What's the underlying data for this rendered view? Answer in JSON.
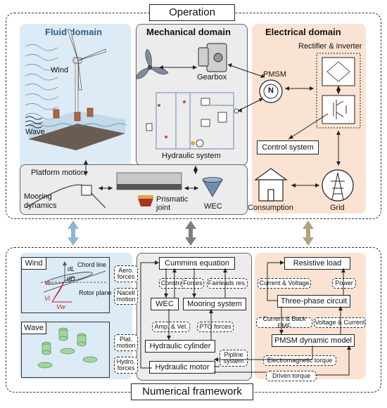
{
  "titles": {
    "top": "Operation",
    "bottom": "Numerical framework"
  },
  "top": {
    "fluid": {
      "header": "Fluid domain",
      "wind": "Wind",
      "wave": "Wave"
    },
    "mechanical": {
      "header": "Mechanical domain",
      "gearbox": "Gearbox",
      "hydraulic": "Hydraulic system"
    },
    "electrical": {
      "header": "Electrical domain",
      "rectifier": "Rectifier & inverter",
      "pmsm": "PMSM",
      "pmsm_n": "N",
      "control": "Control system",
      "consumption": "Consumption",
      "grid": "Grid"
    },
    "platform": {
      "motion": "Platform motion",
      "mooring": "Mooring\ndynamics",
      "prismatic": "Prismatic\njoint",
      "wec": "WEC"
    }
  },
  "bottom": {
    "wind": {
      "label": "Wind",
      "chord": "Chord line",
      "rotor": "Rotor plane",
      "aero": "Aero.\nforces",
      "nacell": "Nacell\nmotion",
      "sym_dl": "dL",
      "sym_dd": "dD",
      "sym_vr": "Vr",
      "sym_vi": "Vi",
      "sym_vw": "Vw"
    },
    "wave": {
      "label": "Wave",
      "plat": "Plat.\nmotion",
      "hydro": "Hydro.\nforces"
    },
    "mech": {
      "cummins": "Cummins equation",
      "constrain": "Constrain",
      "forces": "Forces",
      "fairleads": "Fairleads res.",
      "wec": "WEC",
      "mooring": "Mooring system",
      "ampvel": "Amp. & Vel.",
      "pto": "PTO forces",
      "cylinder": "Hydraulic cylinder",
      "pipline": "Pipline\nsystem",
      "motor": "Hydraulic motor"
    },
    "elec": {
      "load": "Resistive load",
      "curvol": "Current & Voltage",
      "power": "Power",
      "threephase": "Three-phase circuit",
      "curemf": "Current & Back EMF",
      "volcur": "Voltage & Current",
      "pmsm": "PMSM dynamic model",
      "emtorque": "Electromagnetic torque",
      "driven": "Driven torque"
    }
  },
  "colors": {
    "fluid_bg": "#dcebf5",
    "mech_bg": "#ececec",
    "elec_bg": "#fae3d2",
    "arrow_blue": "#8fb6cc",
    "arrow_gray": "#7f7f7f",
    "arrow_tan": "#b4a27e",
    "title_blue": "#2e5f8a"
  }
}
